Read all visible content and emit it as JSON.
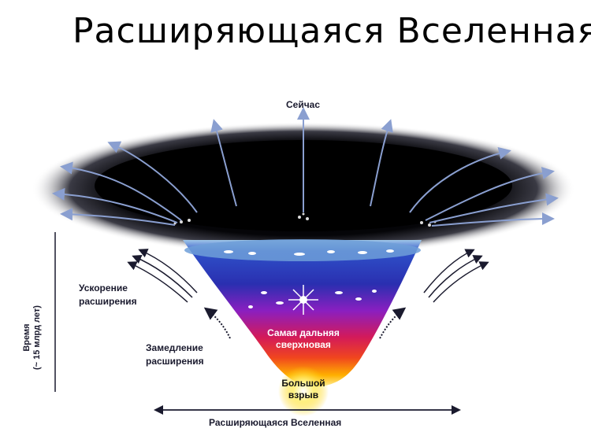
{
  "title": "Расширяющаяся Вселенная",
  "labels": {
    "now": "Сейчас",
    "acceleration": [
      "Ускорение",
      "расширения"
    ],
    "deceleration": [
      "Замедление",
      "расширения"
    ],
    "supernova": [
      "Самая дальняя",
      "сверхновая"
    ],
    "big_bang": [
      "Большой",
      "взрыв"
    ],
    "time_axis": [
      "Время",
      "(~ 15 млрд лет)"
    ],
    "horizontal_axis": "Расширяющаяся Вселенная"
  },
  "colors": {
    "funnel_top": "#2a2fb0",
    "funnel_mid": "#a020c8",
    "funnel_low": "#e01a3a",
    "funnel_bottom": "#ffb000",
    "disk": "#000000",
    "arrow": "#8a9fd0"
  }
}
